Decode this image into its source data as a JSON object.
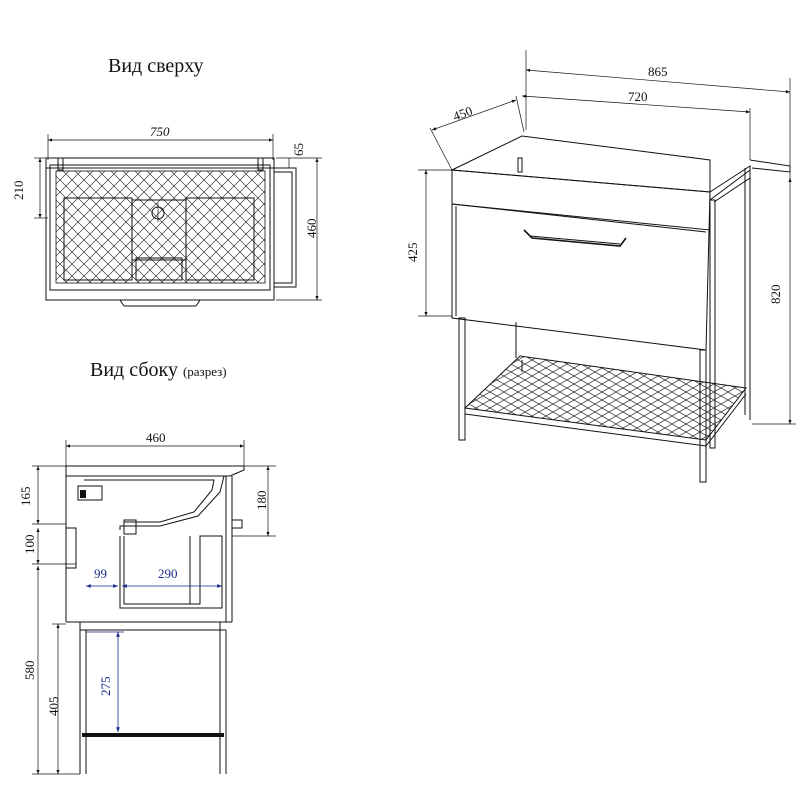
{
  "views": {
    "top_title": "Вид сверху",
    "side_title": "Вид сбоку",
    "side_note": "(разрез)"
  },
  "dimensions": {
    "top_width": "750",
    "top_rail": "65",
    "top_basin_depth": "210",
    "top_depth": "460",
    "iso_total_width": "865",
    "iso_basin_width": "720",
    "iso_depth": "450",
    "iso_cabinet_height": "425",
    "iso_total_height": "820",
    "side_depth": "460",
    "side_top_height": "165",
    "side_rail_height": "180",
    "side_drawer_front": "100",
    "side_inner_offset": "99",
    "side_inner_width": "290",
    "side_leg_height": "580",
    "side_shelf_height": "405",
    "side_shelf_gap": "275"
  }
}
